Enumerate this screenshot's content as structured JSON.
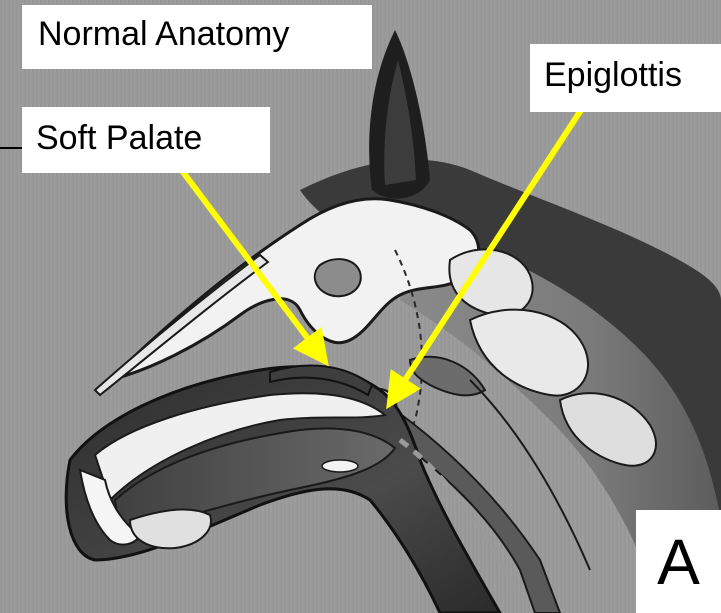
{
  "figure": {
    "title": "Normal Anatomy",
    "panel_letter": "A",
    "labels": {
      "soft_palate": "Soft Palate",
      "epiglottis": "Epiglottis"
    },
    "colors": {
      "arrow": "#ffff00",
      "background": "#9a9a9a"
    }
  }
}
